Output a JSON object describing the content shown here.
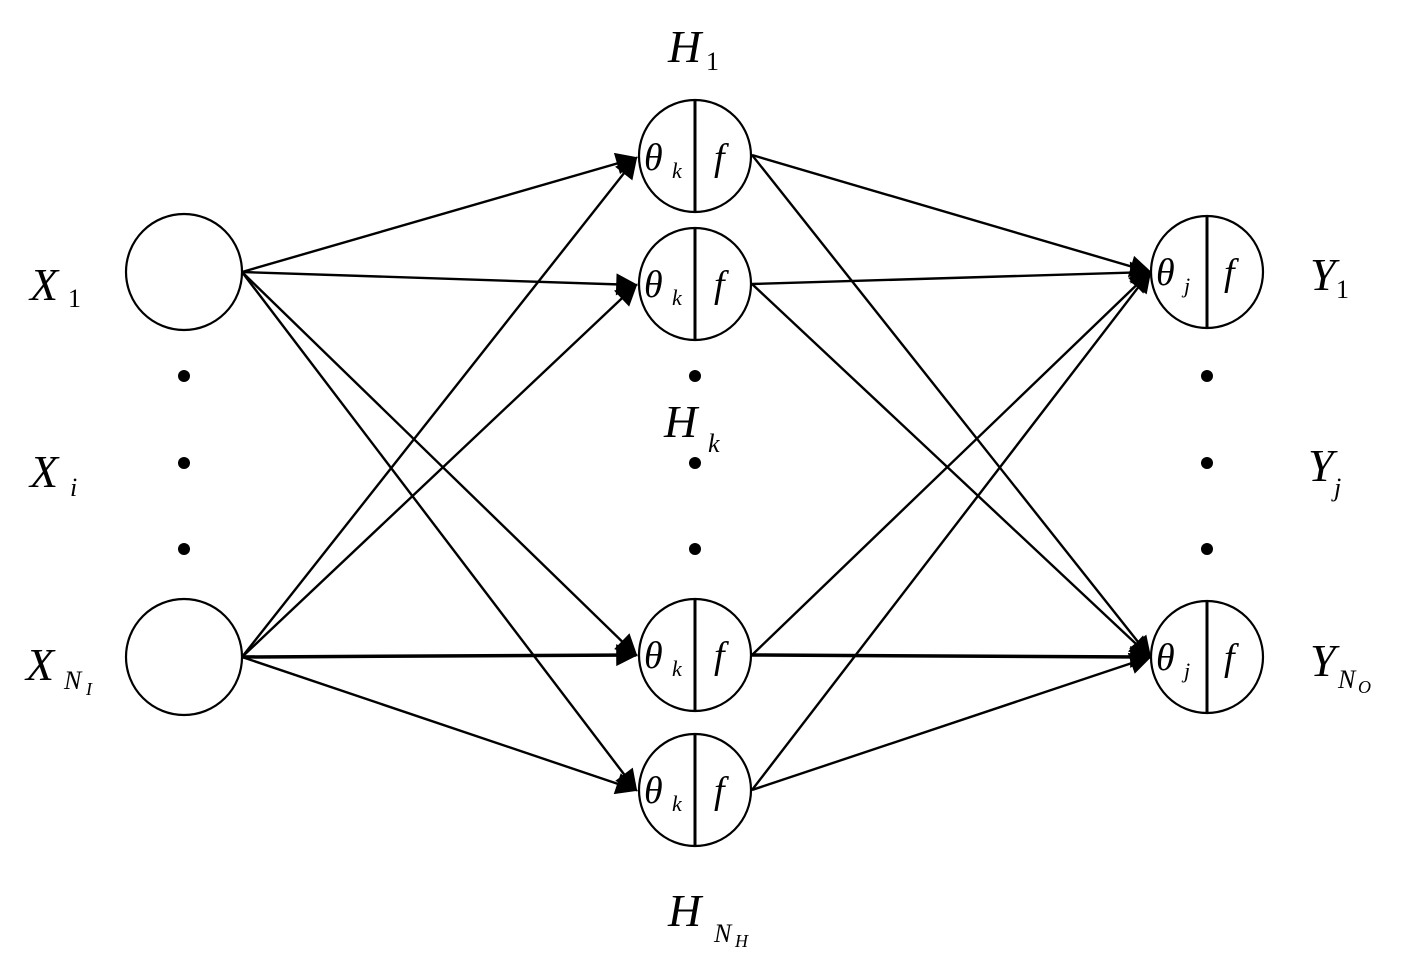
{
  "input_layer": {
    "top": {
      "symbol": "X",
      "sub": "1"
    },
    "middle": {
      "symbol": "X",
      "sub": "i"
    },
    "bottom": {
      "symbol": "X",
      "sub": "N",
      "subsub": "I"
    }
  },
  "hidden_layer": {
    "top": {
      "symbol": "H",
      "sub": "1"
    },
    "middle": {
      "symbol": "H",
      "sub": "k"
    },
    "bottom": {
      "symbol": "H",
      "sub": "N",
      "subsub": "H"
    },
    "node_left_symbol": "θ",
    "node_left_sub": "k",
    "node_right_symbol": "f"
  },
  "output_layer": {
    "top": {
      "symbol": "Y",
      "sub": "1"
    },
    "middle": {
      "symbol": "Y",
      "sub": "j"
    },
    "bottom": {
      "symbol": "Y",
      "sub": "N",
      "subsub": "O"
    },
    "node_left_symbol": "θ",
    "node_left_sub": "j",
    "node_right_symbol": "f"
  }
}
